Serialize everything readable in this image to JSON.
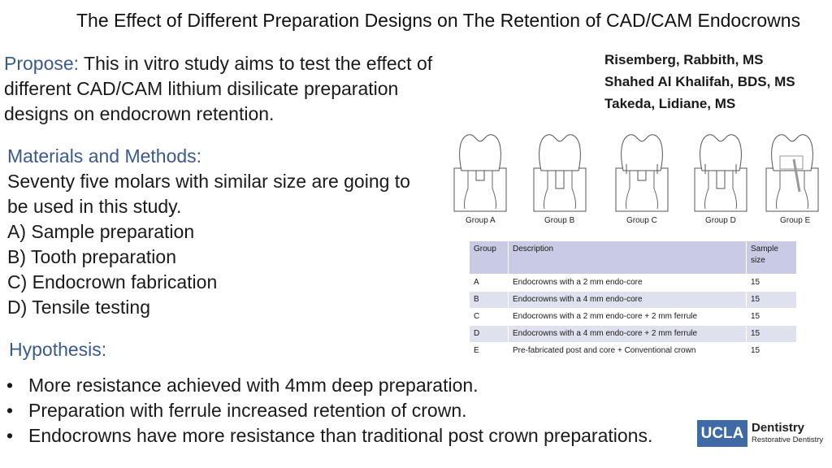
{
  "title": "The Effect of Different Preparation Designs on The Retention of CAD/CAM Endocrowns",
  "propose": {
    "label": "Propose:",
    "text": " This in vitro study aims to test the effect of different CAD/CAM lithium disilicate preparation designs on endocrown retention."
  },
  "authors": [
    "Risemberg, Rabbith, MS",
    "Shahed Al Khalifah, BDS, MS",
    "Takeda, Lidiane, MS"
  ],
  "methods": {
    "heading": "Materials and Methods:",
    "intro": "Seventy five molars with similar size are going to be used in this study.",
    "items": [
      "A) Sample preparation",
      "B) Tooth preparation",
      "C) Endocrown fabrication",
      "D) Tensile testing"
    ]
  },
  "hypothesis": {
    "heading": "Hypothesis:",
    "bullet": "•",
    "items": [
      "More resistance achieved with 4mm deep preparation.",
      "Preparation with ferrule increased retention of crown.",
      "Endocrowns have more resistance than traditional post crown preparations."
    ]
  },
  "figure": {
    "labels": [
      "Group A",
      "Group B",
      "Group C",
      "Group D",
      "Group E"
    ]
  },
  "table": {
    "headers": [
      "Group",
      "Description",
      "Sample size"
    ],
    "rows": [
      [
        "A",
        "Endocrowns with a 2 mm endo-core",
        "15"
      ],
      [
        "B",
        "Endocrowns with a 4 mm endo-core",
        "15"
      ],
      [
        "C",
        "Endocrowns with a 2 mm endo-core + 2 mm ferrule",
        "15"
      ],
      [
        "D",
        "Endocrowns with a 4 mm endo-core + 2 mm ferrule",
        "15"
      ],
      [
        "E",
        "Pre-fabricated post and core + Conventional crown",
        "15"
      ]
    ]
  },
  "logo": {
    "mark": "UCLA",
    "title": "Dentistry",
    "subtitle": "Restorative Dentistry"
  },
  "colors": {
    "accent": "#3a5a8c",
    "table_header": "#c8cbe3",
    "table_stripe": "#dfe1ef",
    "logo_blue": "#3f6aa5"
  }
}
